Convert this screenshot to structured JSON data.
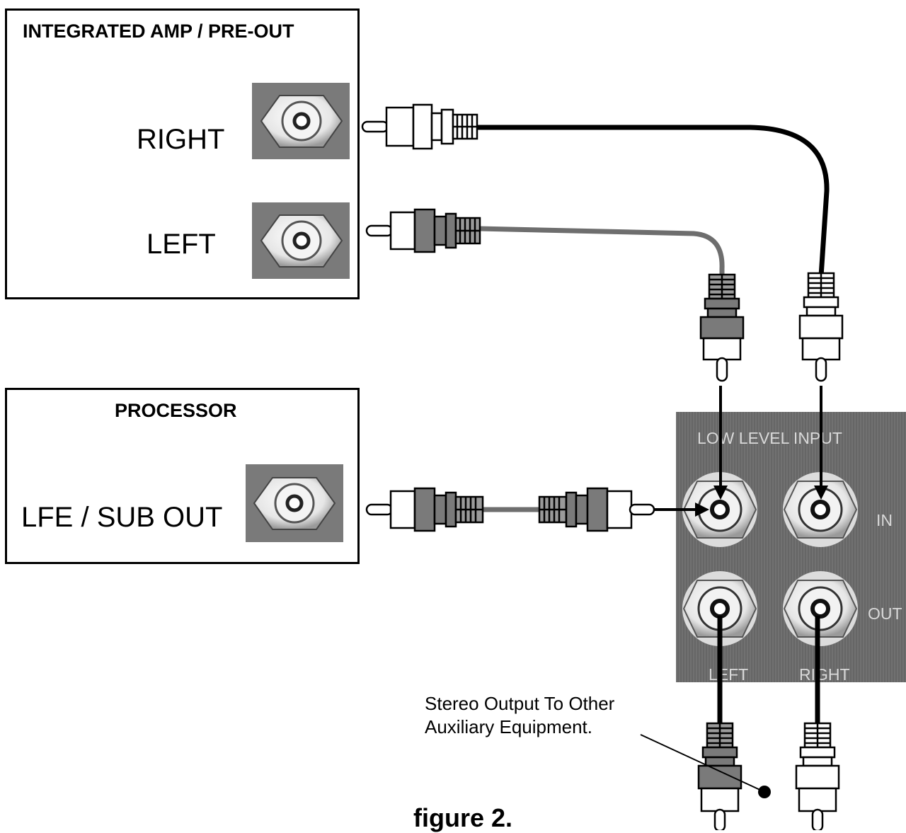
{
  "figure_caption": "figure 2.",
  "integrated_amp": {
    "title": "INTEGRATED AMP / PRE-OUT",
    "right_label": "RIGHT",
    "left_label": "LEFT"
  },
  "processor": {
    "title": "PROCESSOR",
    "output_label": "LFE / SUB OUT"
  },
  "sub_panel": {
    "header": "LOW LEVEL INPUT",
    "in_label": "IN",
    "out_label": "OUT",
    "left_label": "LEFT",
    "right_label": "RIGHT"
  },
  "annotation": {
    "line1": "Stereo Output To Other",
    "line2": "Auxiliary Equipment."
  },
  "colors": {
    "right_cable": "#000000",
    "left_cable": "#6e6e6e",
    "panel": "#6b6b6b"
  }
}
